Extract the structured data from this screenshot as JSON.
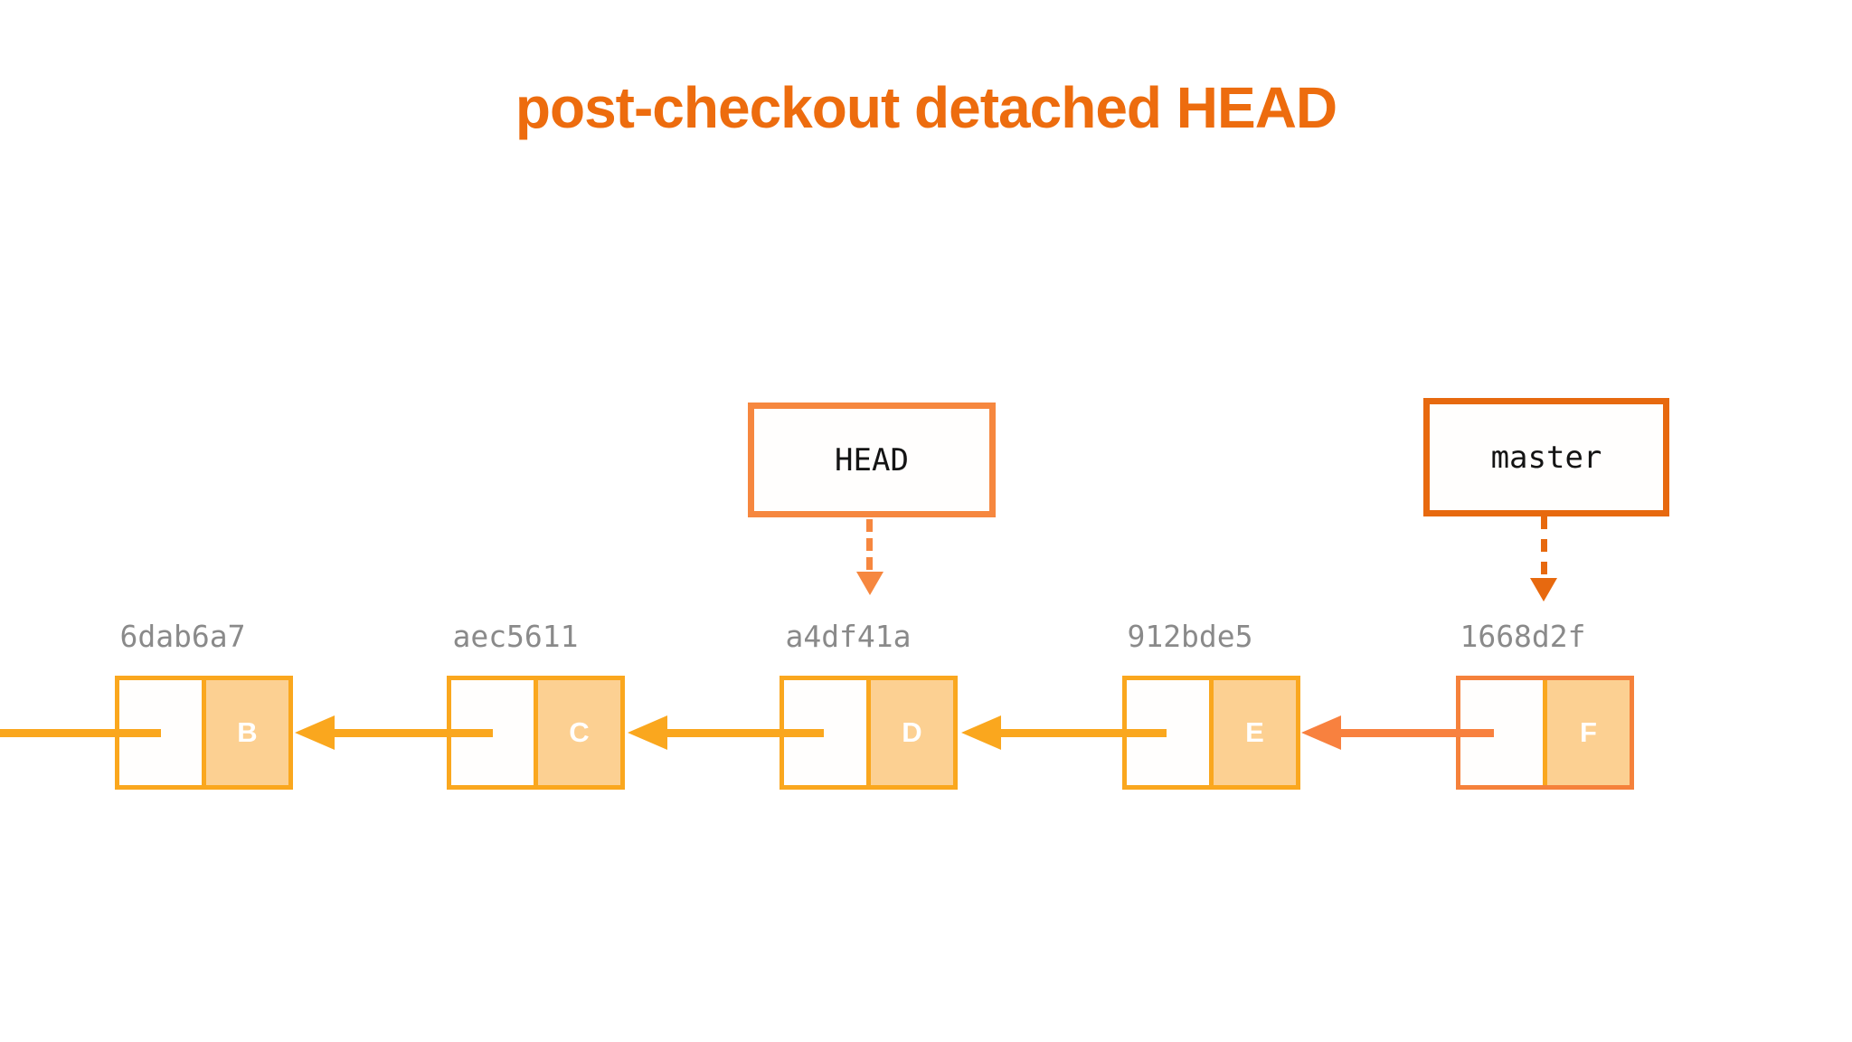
{
  "title": "post-checkout detached HEAD",
  "refs": {
    "head": {
      "label": "HEAD",
      "points_to_hash": "a4df41a"
    },
    "master": {
      "label": "master",
      "points_to_hash": "1668d2f"
    }
  },
  "commits": [
    {
      "hash": "6dab6a7",
      "letter": "B"
    },
    {
      "hash": "aec5611",
      "letter": "C"
    },
    {
      "hash": "a4df41a",
      "letter": "D"
    },
    {
      "hash": "912bde5",
      "letter": "E"
    },
    {
      "hash": "1668d2f",
      "letter": "F"
    }
  ],
  "colors": {
    "background": "#FFFFFF",
    "title": "#ED6C0E",
    "head_ref": "#F6873F",
    "master_ref": "#E7690F",
    "commit_border": "#FAA71E",
    "commit_fill": "#FCD092",
    "last_commit_border": "#F5813B",
    "last_arrow": "#F8813F",
    "hash_text": "#8A8A8A",
    "letter_text": "#FFFFFF",
    "ref_text": "#141414"
  }
}
